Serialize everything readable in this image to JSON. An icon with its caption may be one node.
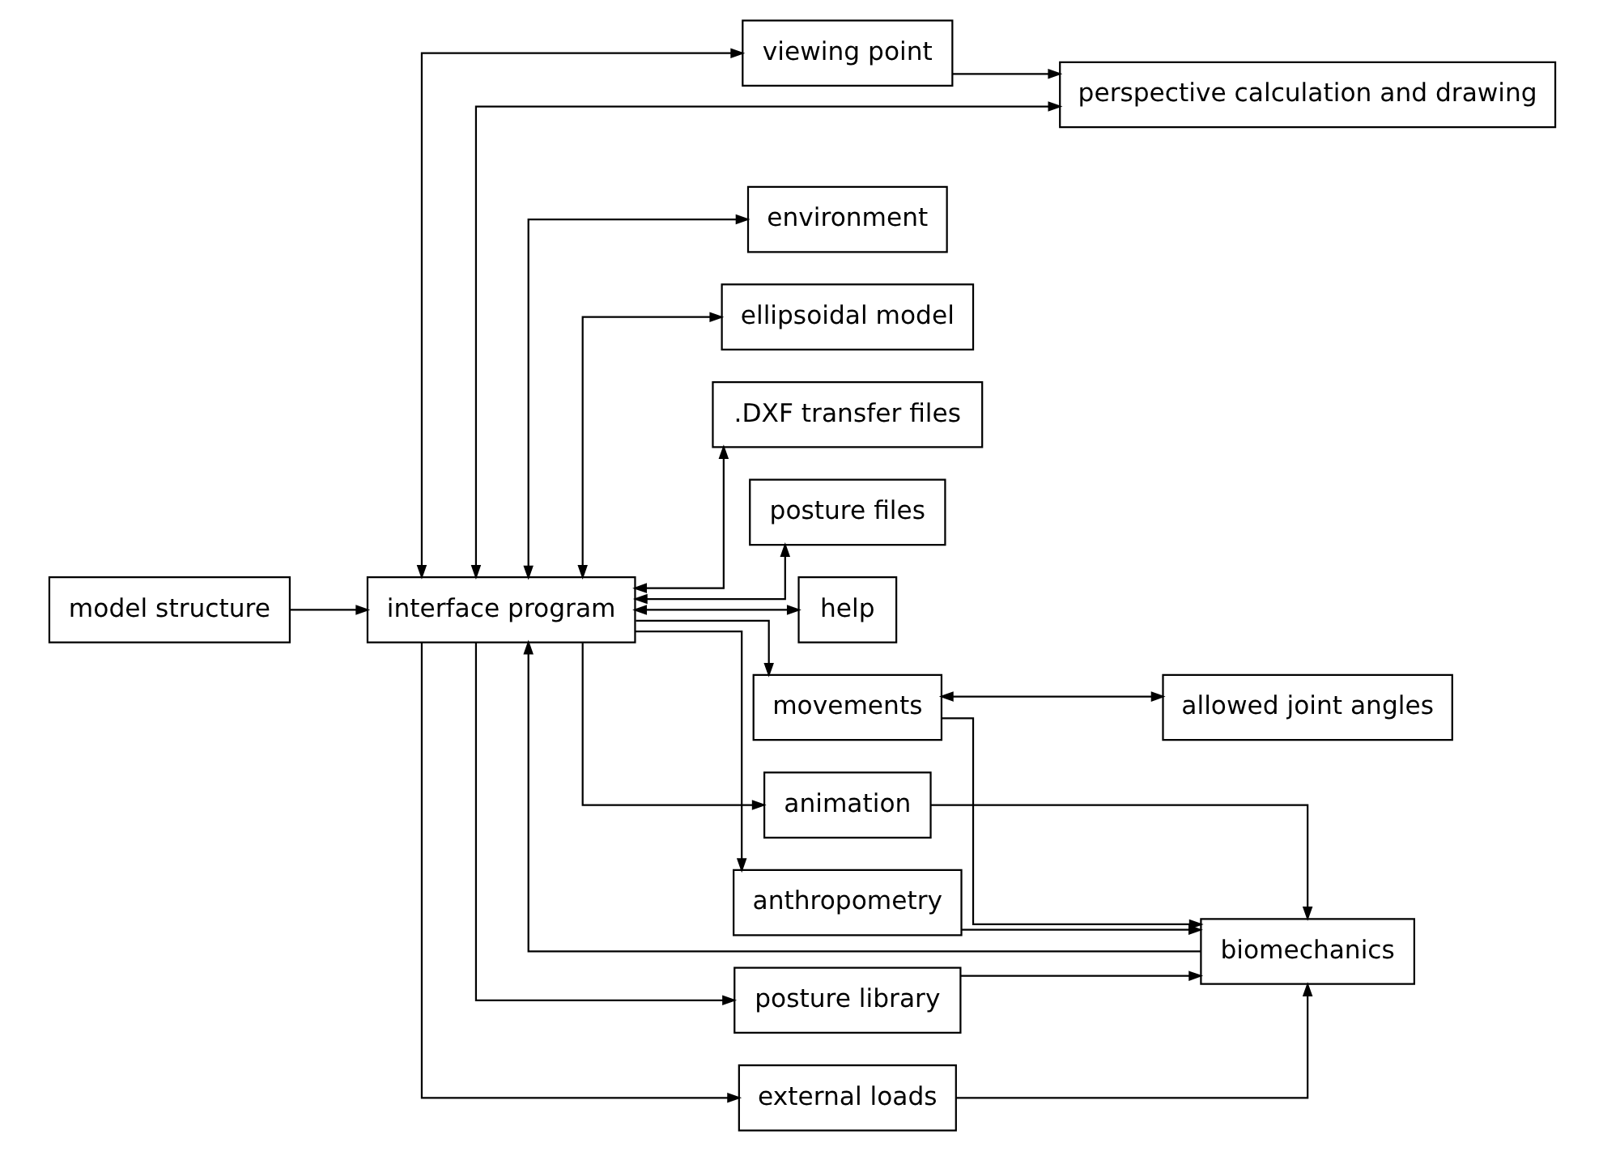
{
  "diagram": {
    "nodes": [
      {
        "text": [
          "model structure"
        ]
      },
      {
        "text": [
          "interface program"
        ]
      },
      {
        "text": [
          "viewing point"
        ]
      },
      {
        "text": [
          "perspective calculation and drawing"
        ]
      },
      {
        "text": [
          "environment"
        ]
      },
      {
        "text": [
          "ellipsoidal model"
        ]
      },
      {
        "text": [
          ".DXF transfer files"
        ]
      },
      {
        "text": [
          "posture files"
        ]
      },
      {
        "text": [
          "help"
        ]
      },
      {
        "text": [
          "biomechanics"
        ]
      },
      {
        "text": [
          "movements"
        ]
      },
      {
        "text": [
          "allowed joint angles"
        ]
      },
      {
        "text": [
          "animation"
        ]
      },
      {
        "text": [
          "anthropometry"
        ]
      },
      {
        "text": [
          "posture library"
        ]
      },
      {
        "text": [
          "external loads"
        ]
      }
    ],
    "edges": [
      {
        "from": 0,
        "to": 1,
        "arrow": "to"
      },
      {
        "from": 1,
        "to": 2,
        "arrow": "both"
      },
      {
        "from": 2,
        "to": 3,
        "arrow": "to"
      },
      {
        "from": 1,
        "to": 3,
        "arrow": "both"
      },
      {
        "from": 1,
        "to": 4,
        "arrow": "both"
      },
      {
        "from": 1,
        "to": 5,
        "arrow": "both"
      },
      {
        "from": 1,
        "to": 6,
        "arrow": "both"
      },
      {
        "from": 1,
        "to": 7,
        "arrow": "both"
      },
      {
        "from": 1,
        "to": 8,
        "arrow": "both"
      },
      {
        "from": 9,
        "to": 1,
        "arrow": "to"
      },
      {
        "from": 1,
        "to": 10,
        "arrow": "to"
      },
      {
        "from": 10,
        "to": 11,
        "arrow": "both"
      },
      {
        "from": 1,
        "to": 12,
        "arrow": "to"
      },
      {
        "from": 1,
        "to": 13,
        "arrow": "to"
      },
      {
        "from": 1,
        "to": 14,
        "arrow": "to"
      },
      {
        "from": 1,
        "to": 15,
        "arrow": "to"
      },
      {
        "from": 10,
        "to": 9,
        "arrow": "to"
      },
      {
        "from": 12,
        "to": 9,
        "arrow": "to"
      },
      {
        "from": 13,
        "to": 9,
        "arrow": "to"
      },
      {
        "from": 14,
        "to": 9,
        "arrow": "to"
      },
      {
        "from": 15,
        "to": 9,
        "arrow": "to"
      }
    ]
  }
}
